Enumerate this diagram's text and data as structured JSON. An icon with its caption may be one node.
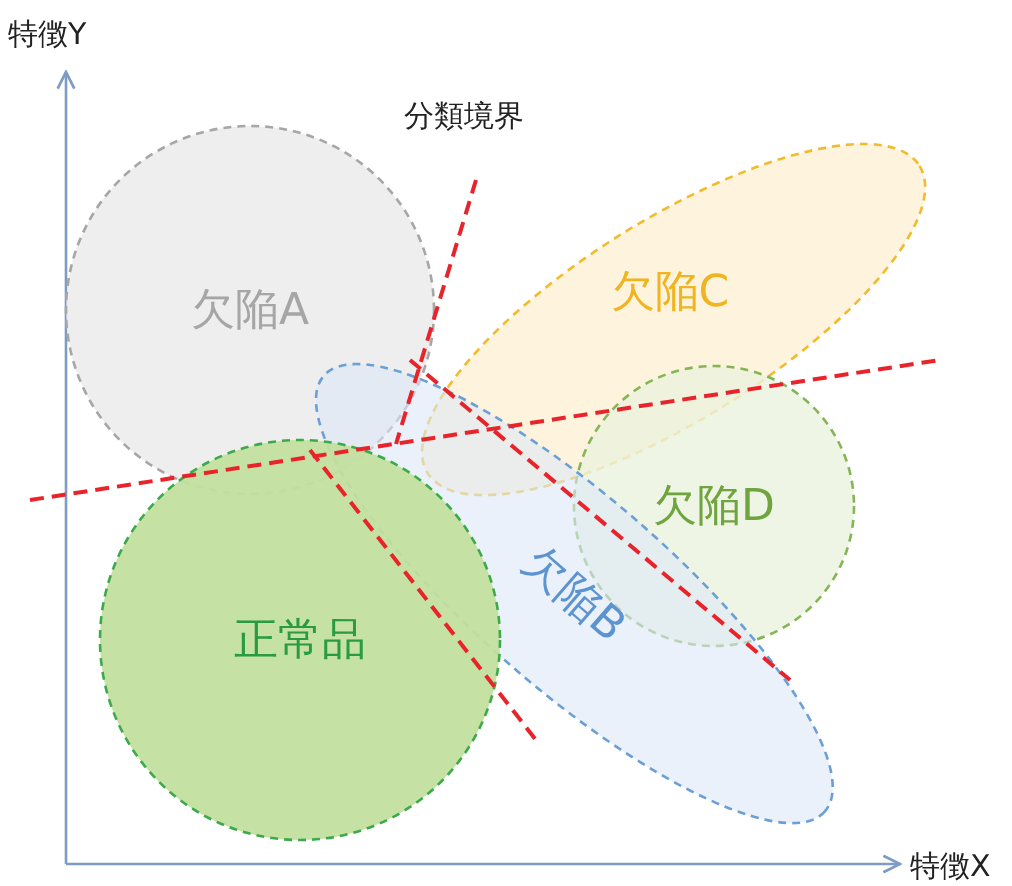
{
  "diagram": {
    "nodes": [
      {
        "text": [
          "欠陥A"
        ]
      },
      {
        "text": [
          "欠陥C"
        ]
      },
      {
        "text": [
          "欠陥D"
        ]
      },
      {
        "text": [
          "欠陥B"
        ]
      },
      {
        "text": [
          "正常品"
        ]
      }
    ],
    "labels": [
      "特徴Y",
      "分類境界",
      "特徴X"
    ]
  }
}
